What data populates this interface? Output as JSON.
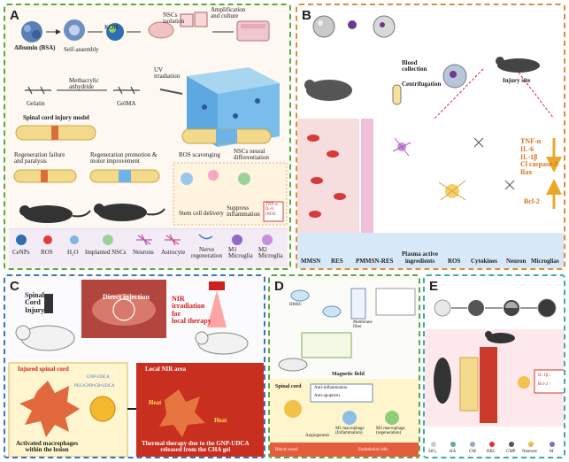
{
  "panels": {
    "A": {
      "letter": "A",
      "labels": {
        "albumin": "Albumin (BSA)",
        "self_assembly": "Self-assembly",
        "koh": "KOH",
        "nscs_isolation": "NSCs\nisolation",
        "amplification": "Amplification\nand culture",
        "gelatin": "Gelatin",
        "methacrylic": "Methacrylic\nanhydride",
        "gelma": "GelMA",
        "uv": "UV\nirradiation",
        "injury_model": "Spinal cord injury model",
        "regen_failure": "Regeneration failure\nand paralysis",
        "regen_promotion": "Regeneration promotion &\nmotor improvement",
        "ros_scavenging": "ROS scavenging",
        "nsc_differentiation": "NSCs neural\ndifferentiation",
        "stem_cell_delivery": "Stem cell delivery",
        "suppress_inflammation": "Suppress\ninflammation",
        "cytokines": "TNF-α\nIL-6\niNOS"
      },
      "legend": [
        "CeNPs",
        "ROS",
        "H₂O",
        "Implanted NSCs",
        "Neurons",
        "Astrocyte",
        "Nerve\nregeneration",
        "M1\nMicroglia",
        "M2\nMicroglia"
      ]
    },
    "B": {
      "letter": "B",
      "labels": {
        "blood_collection": "Blood\ncollection",
        "centrifugation": "Centrifugation",
        "injury_site": "Injury site"
      },
      "cytokines": [
        "TNF-α",
        "IL-6",
        "IL-1β",
        "Cl caspase-3",
        "Bax"
      ],
      "bcl2": "Bcl-2",
      "legend": [
        "MMSN",
        "RES",
        "PMMSN-RES",
        "Plasma active\ningredients",
        "ROS",
        "Cytokines",
        "Neuron",
        "Microglias"
      ]
    },
    "C": {
      "letter": "C",
      "labels": {
        "spinal_cord_injury": "Spinal\nCord\nInjury",
        "direct_injection": "Direct injection",
        "nir_irradiation": "NIR\nirradiation\nfor\nlocal therapy",
        "injured_spinal_cord": "Injured spinal cord",
        "formula_top": "GNP-UDCA",
        "formula": "PEG•GNP•CB•UDCA",
        "activated_macrophages": "Activated macrophages\nwithin the lesion",
        "local_nir_area": "Local NIR area",
        "heat": "Heat",
        "thermal_therapy": "Thermal therapy due to the GNP-UDCA\nreleased from the CHA gel"
      }
    },
    "D": {
      "letter": "D",
      "labels": {
        "magnetic_field": "Magnetic field",
        "spinal_cord": "Spinal cord",
        "anti_inflammation": "Anti-inflammation",
        "anti_apoptosis": "Anti-apoptosis",
        "m1_macrophage": "M1 macrophage\n(Inflammation)",
        "m2_macrophage": "M2 macrophage\n(regeneration)",
        "angiogenesis": "Angiogenesis",
        "blood_vessel": "Blood vessel",
        "endothelial": "Endothelial cells",
        "membrane_filter": "Membrane\nfilter",
        "hmsc": "HMSC"
      }
    },
    "E": {
      "letter": "E",
      "labels": {
        "cytokine_down": "IL-1β ↓",
        "bcl_up": "Bcl-2 ↑"
      },
      "legend": [
        "SiO₂",
        "HA",
        "CM",
        "RBC",
        "CMP",
        "Neurons",
        "M"
      ]
    }
  },
  "colors": {
    "panel_a_border": "#5aaa3c",
    "panel_b_border": "#e38a3a",
    "panel_c_border": "#3b73c9",
    "panel_d_border": "#5aaa3c",
    "panel_e_border": "#3aaeaa",
    "highlight_red": "#d21e1e"
  }
}
